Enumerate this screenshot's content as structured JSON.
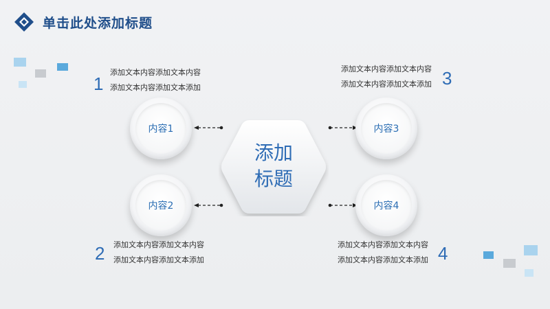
{
  "header": {
    "title": "单击此处添加标题"
  },
  "center": {
    "line1": "添加",
    "line2": "标题"
  },
  "items": [
    {
      "number": "1",
      "label": "内容1",
      "text_line1": "添加文本内容添加文本内容",
      "text_line2": "添加文本内容添加文本添加"
    },
    {
      "number": "2",
      "label": "内容2",
      "text_line1": "添加文本内容添加文本内容",
      "text_line2": "添加文本内容添加文本添加"
    },
    {
      "number": "3",
      "label": "内容3",
      "text_line1": "添加文本内容添加文本内容",
      "text_line2": "添加文本内容添加文本添加"
    },
    {
      "number": "4",
      "label": "内容4",
      "text_line1": "添加文本内容添加文本内容",
      "text_line2": "添加文本内容添加文本添加"
    }
  ],
  "colors": {
    "accent": "#2e6cb5",
    "title": "#1f4e8a",
    "light_blue": "#8fc5e8",
    "gray": "#c8cbcf"
  }
}
